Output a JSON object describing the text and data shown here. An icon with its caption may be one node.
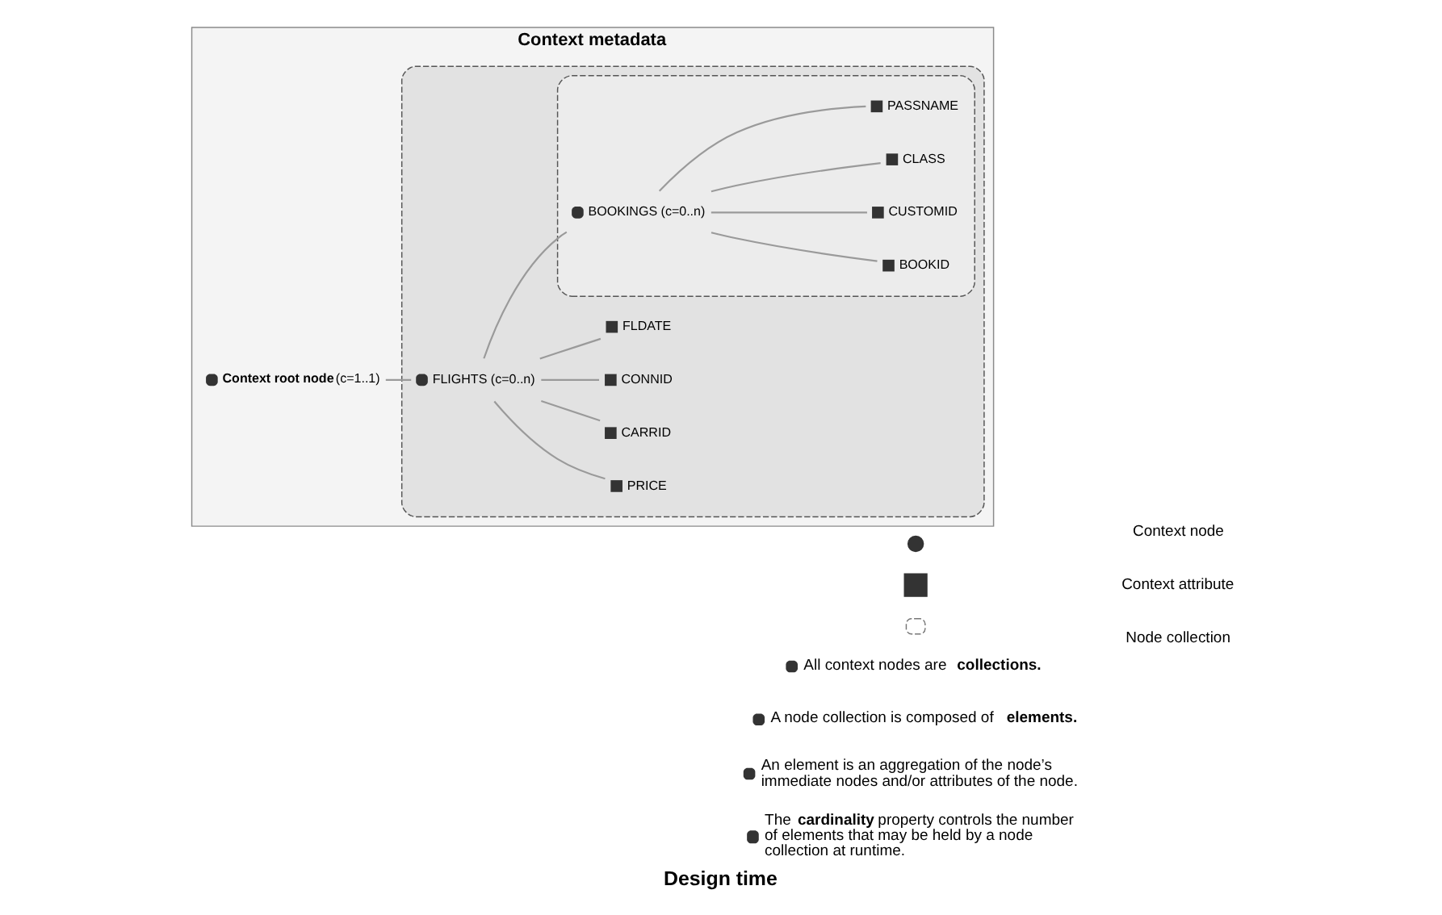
{
  "diagram": {
    "caption": "Design time",
    "nodes": [
      {
        "text": [
          "Context metadata"
        ]
      },
      {
        "text": [
          "**Context root node**(c=1..1)"
        ],
        "in": 0
      },
      {
        "text": [],
        "shape": "box",
        "in": 0
      },
      {
        "text": [
          "FLIGHTS (c=0..n)"
        ],
        "in": 2
      },
      {
        "text": [],
        "shape": "box",
        "in": 2
      },
      {
        "text": [
          "BOOKINGS (c=0..n)"
        ],
        "in": 4
      },
      {
        "text": [
          "BOOKID"
        ],
        "in": 4
      },
      {
        "text": [
          "CUSTOMID"
        ],
        "in": 4
      },
      {
        "text": [
          "CLASS"
        ],
        "in": 4
      },
      {
        "text": [
          "PASSNAME"
        ],
        "in": 4
      },
      {
        "text": [
          "CARRID"
        ],
        "in": 2
      },
      {
        "text": [
          "CONNID"
        ],
        "in": 2
      },
      {
        "text": [
          "FLDATE"
        ],
        "in": 2
      },
      {
        "text": [
          "PRICE"
        ],
        "in": 2
      }
    ],
    "edges": [
      {
        "from": 1,
        "to": 3,
        "arrow": "none"
      },
      {
        "from": 3,
        "to": 5,
        "arrow": "none"
      },
      {
        "from": 5,
        "to": 6,
        "arrow": "none"
      },
      {
        "from": 5,
        "to": 7,
        "arrow": "none"
      },
      {
        "from": 5,
        "to": 8,
        "arrow": "none"
      },
      {
        "from": 5,
        "to": 9,
        "arrow": "none"
      },
      {
        "from": 3,
        "to": 10,
        "arrow": "none"
      },
      {
        "from": 3,
        "to": 11,
        "arrow": "none"
      },
      {
        "from": 3,
        "to": 12,
        "arrow": "none"
      },
      {
        "from": 3,
        "to": 13,
        "arrow": "none"
      }
    ],
    "labels": [
      "All context nodes are **collections.**",
      "A node collection is composed of **elements.**",
      "An element is an aggregation of the node’s immediate nodes and/or attributes of the node.",
      "The **cardinality** property controls the number of elements that may be held by a node collection at runtime."
    ],
    "legend": [
      {
        "text": "Context node"
      },
      {
        "text": "Context attribute"
      },
      {
        "text": "Node collection"
      }
    ]
  }
}
